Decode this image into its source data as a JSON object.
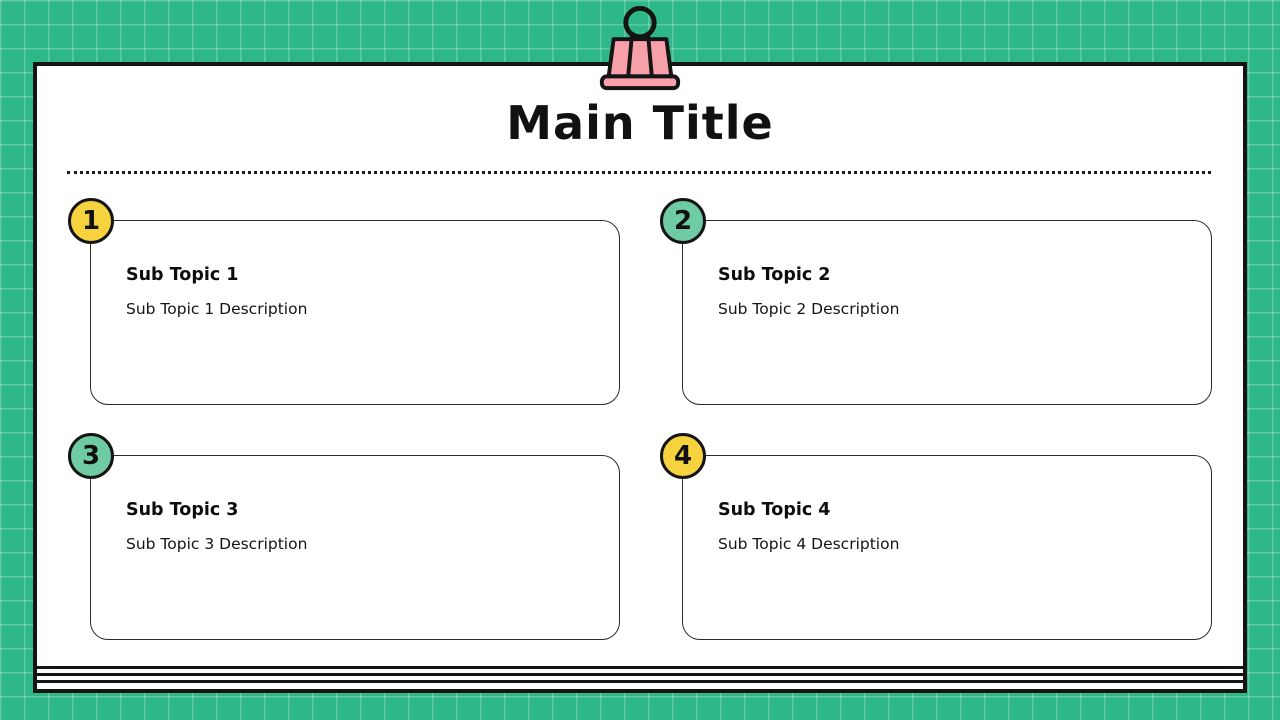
{
  "slide": {
    "title": "Main Title"
  },
  "topics": [
    {
      "number": "1",
      "title": "Sub Topic 1",
      "description": "Sub Topic 1 Description",
      "badge_color": "#F6D23E"
    },
    {
      "number": "2",
      "title": "Sub Topic 2",
      "description": "Sub Topic 2 Description",
      "badge_color": "#6FCBA4"
    },
    {
      "number": "3",
      "title": "Sub Topic 3",
      "description": "Sub Topic 3 Description",
      "badge_color": "#6FCBA4"
    },
    {
      "number": "4",
      "title": "Sub Topic 4",
      "description": "Sub Topic 4 Description",
      "badge_color": "#F6D23E"
    }
  ],
  "colors": {
    "background": "#2EB787",
    "grid_line": "#5CC9A3",
    "card_background": "#FFFFFF",
    "outline": "#141414",
    "clip_pink": "#F8A0AA",
    "badge_yellow": "#F6D23E",
    "badge_green": "#6FCBA4"
  },
  "icons": {
    "binder_clip": "binder-clip-icon"
  }
}
